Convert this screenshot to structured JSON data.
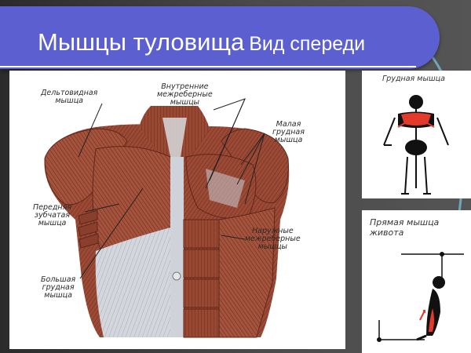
{
  "title": {
    "main": "Мышцы туловища",
    "sub": "Вид спереди"
  },
  "diagram": {
    "labels": {
      "deltoid": "Дельтовидная\nмышца",
      "internal_intercostal": "Внутренние\nмежреберные\nмышцы",
      "pectoralis_minor": "Малая\nгрудная\nмышца",
      "serratus_anterior": "Передняя\nзубчатая\nмышца",
      "external_intercostal": "Наружные\nмежреберные\nмышцы",
      "pectoralis_major": "Большая\nгрудная\nмышца"
    }
  },
  "side_panels": {
    "top_label": "Грудная мышца",
    "bottom_label": "Прямая мышца\nживота"
  },
  "colors": {
    "title_bar": "#5b5fd0",
    "muscle": "#9c4a35",
    "muscle_dark": "#6e2f22",
    "tendon": "#c9ccd3",
    "highlight": "#e23b2b"
  }
}
